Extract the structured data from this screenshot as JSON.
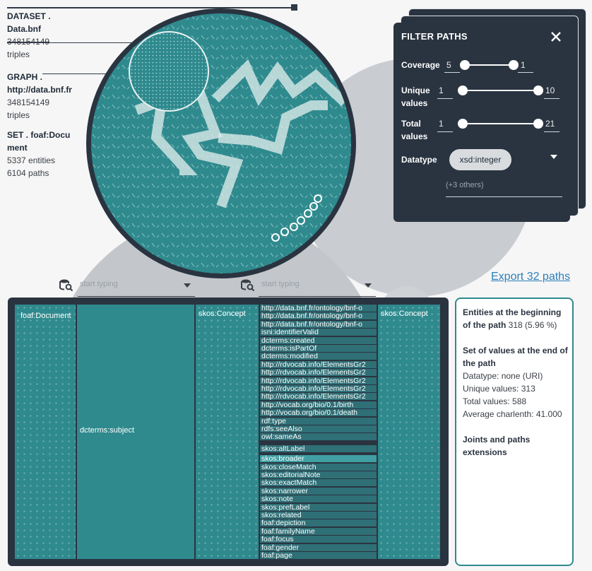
{
  "dataset": {
    "heading": "DATASET .",
    "name": "Data.bnf",
    "count": "348154149",
    "unit": "triples"
  },
  "graph": {
    "heading": "GRAPH .",
    "name": "http://data.bnf.fr",
    "count": "348154149",
    "unit": "triples"
  },
  "set": {
    "heading": "SET . foaf:Docu",
    "heading2": "ment",
    "entities": "5337 entities",
    "paths": "6104 paths"
  },
  "filter": {
    "title": "FILTER PATHS",
    "close_icon": "close-icon",
    "coverage": {
      "label": "Coverage",
      "min": "5",
      "max": "1"
    },
    "unique": {
      "label1": "Unique",
      "label2": "values",
      "min": "1",
      "max": "10"
    },
    "total": {
      "label1": "Total",
      "label2": "values",
      "min": "1",
      "max": "21"
    },
    "datatype": {
      "label": "Datatype",
      "selected": "xsd:integer",
      "others": "(+3 others)"
    }
  },
  "search": [
    {
      "placeholder": "start typing",
      "icon": "database-search-icon"
    },
    {
      "placeholder": "start typing",
      "icon": "database-search-icon"
    }
  ],
  "export_label": "Export 32 paths",
  "columns": {
    "c1": "foaf:Document",
    "c2": "dcterms:subject",
    "c3": "skos:Concept",
    "c5": "skos:Concept"
  },
  "paths": [
    "http://data.bnf.fr/ontology/bnf-o",
    "http://data.bnf.fr/ontology/bnf-o",
    "http://data.bnf.fr/ontology/bnf-o",
    "isni:identifierValid",
    "dcterms:created",
    "dcterms:isPartOf",
    "dcterms:modified",
    "http://rdvocab.info/ElementsGr2",
    "http://rdvocab.info/ElementsGr2",
    "http://rdvocab.info/ElementsGr2",
    "http://rdvocab.info/ElementsGr2",
    "http://rdvocab.info/ElementsGr2",
    "http://vocab.org/bio/0.1/birth",
    "http://vocab.org/bio/0.1/death",
    "rdf:type",
    "rdfs:seeAlso",
    "owl:sameAs",
    "skos:altLabel",
    "skos:broader",
    "skos:closeMatch",
    "skos:editorialNote",
    "skos:exactMatch",
    "skos:narrower",
    "skos:note",
    "skos:prefLabel",
    "skos:related",
    "foaf:depiction",
    "foaf:familyName",
    "foaf:focus",
    "foaf:gender",
    "foaf:page"
  ],
  "card": {
    "entities_title": "Entities at the beginning of the path",
    "entities_value": "318 (5.96 %)",
    "values_title": "Set of values at the end of the path",
    "datatype": "Datatype: none (URI)",
    "unique": "Unique values: 313",
    "total": "Total values: 588",
    "avg": "Average charlenth: 41.000",
    "joints": "Joints and paths extensions"
  }
}
